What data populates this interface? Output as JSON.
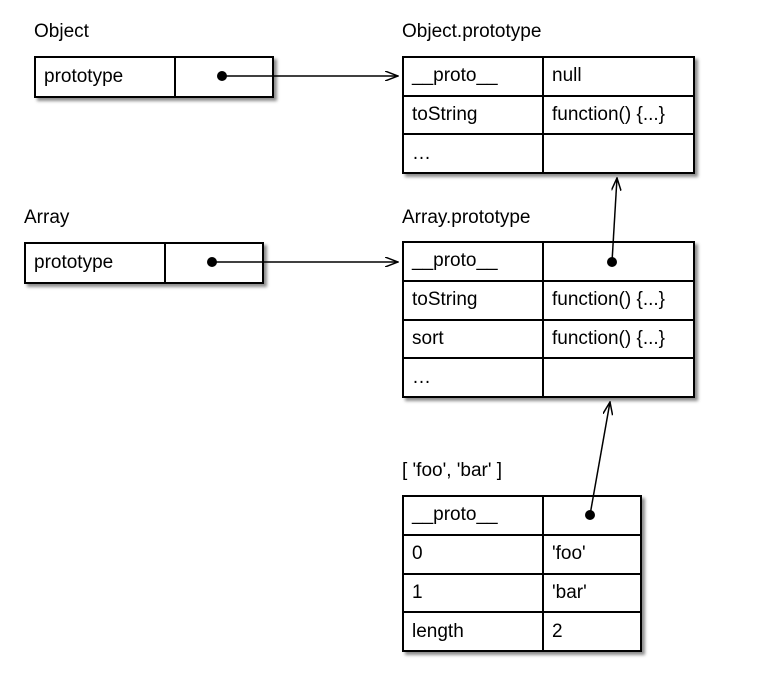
{
  "objects": {
    "object": {
      "title": "Object",
      "rows": [
        {
          "key": "prototype",
          "value": ""
        }
      ]
    },
    "object_prototype": {
      "title": "Object.prototype",
      "rows": [
        {
          "key": "__proto__",
          "value": "null"
        },
        {
          "key": "toString",
          "value": "function() {...}"
        },
        {
          "key": "…",
          "value": ""
        }
      ]
    },
    "array": {
      "title": "Array",
      "rows": [
        {
          "key": "prototype",
          "value": ""
        }
      ]
    },
    "array_prototype": {
      "title": "Array.prototype",
      "rows": [
        {
          "key": "__proto__",
          "value": ""
        },
        {
          "key": "toString",
          "value": "function() {...}"
        },
        {
          "key": "sort",
          "value": "function() {...}"
        },
        {
          "key": "…",
          "value": ""
        }
      ]
    },
    "array_instance": {
      "title": "[ 'foo', 'bar' ]",
      "rows": [
        {
          "key": "__proto__",
          "value": ""
        },
        {
          "key": "0",
          "value": "'foo'"
        },
        {
          "key": "1",
          "value": "'bar'"
        },
        {
          "key": "length",
          "value": "2"
        }
      ]
    }
  }
}
